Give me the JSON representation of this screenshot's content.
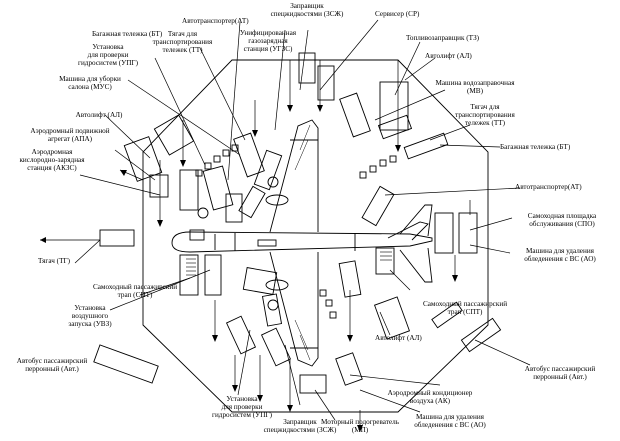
{
  "labels": {
    "zsj_top": "Заправщик\nспецжидкостями (ЗСЖ)",
    "servicer": "Сервисер (СР)",
    "at_top": "Автотранспортер(АТ)",
    "bt_left": "Багажная тележка (БТ)",
    "upg_top": "Установка\nдля проверки\nгидросистем (УПГ)",
    "tt_top": "Тягач для\nтранспортирования\nтележек (ТТ)",
    "ugzs": "Унифицированная\nгазозарядная\nстанция (УГЗС)",
    "tz": "Топливозаправщик (ТЗ)",
    "al_top_right": "Автолифт (АЛ)",
    "mus": "Машина для уборки\nсалона (МУС)",
    "mv": "Машина водозаправочная\n(МВ)",
    "al_left": "Автолифт (АЛ)",
    "tt_right": "Тягач для\nтранспортирования\nтележек (ТТ)",
    "apa": "Аэродромный подвижной\nагрегат (АПА)",
    "bt_right": "Багажная тележка (БТ)",
    "akzs": "Аэродромная\nкислородно-зарядная\nстанция (АКЗС)",
    "at_right": "Автотранспортер(АТ)",
    "spo": "Самоходная площадка\nобслуживания (СПО)",
    "tg": "Тягач (ТГ)",
    "ao_right": "Машина для удаления\nобледенения с ВС (АО)",
    "spt_left": "Самоходный пассажирский\nтрап (СПТ)",
    "spt_right": "Самоходный пассажирский\nтрап (СПТ)",
    "uvz": "Установка\nвоздушного\nзапуска (УВЗ)",
    "al_bottom": "Автолифт (АЛ)",
    "avt_left": "Автобус пассажирский\nперронный (Авт.)",
    "avt_right": "Автобус пассажирский\nперронный (Авт.)",
    "ak": "Аэродромный кондиционер\nвоздуха (АК)",
    "upg_bottom": "Установка\nдля проверки\nгидросистем (УПГ)",
    "zsj_bottom": "Заправщик\nспецжидкостями (ЗСЖ)",
    "mp": "Моторный подогреватель\n(МП)",
    "ao_bottom": "Машина для удаления\nобледенения с ВС (АО)"
  },
  "colors": {
    "ink": "#000000",
    "paper": "#ffffff"
  }
}
